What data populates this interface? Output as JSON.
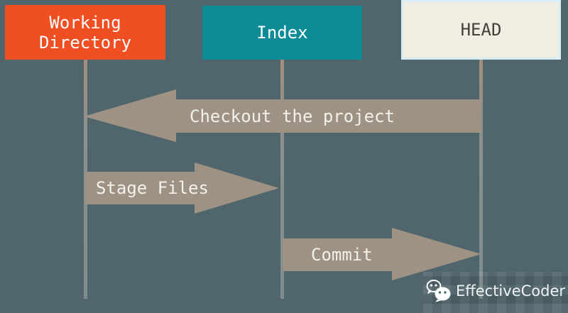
{
  "canvas": {
    "background_color": "#50666c"
  },
  "boxes": {
    "working_directory": {
      "line1": "Working",
      "line2": "Directory",
      "color": "#f04f24",
      "text_color": "#ffffff"
    },
    "index": {
      "label": "Index",
      "color": "#0d8c98",
      "text_color": "#ffffff"
    },
    "head": {
      "label": "HEAD",
      "color": "#f0ede3",
      "border_color": "#d9edf5",
      "text_color": "#46403a"
    }
  },
  "lifelines": {
    "color_top": "#a28f7c",
    "color_bottom": "#7e8d8f",
    "columns": [
      "Working Directory",
      "Index",
      "HEAD"
    ]
  },
  "arrows": {
    "color": "#9d9284",
    "label_color": "#f3f1ec",
    "checkout": {
      "label": "Checkout the project",
      "from": "HEAD",
      "to": "Working Directory",
      "direction": "left"
    },
    "stage": {
      "label": "Stage Files",
      "from": "Working Directory",
      "to": "Index",
      "direction": "right"
    },
    "commit": {
      "label": "Commit",
      "from": "Index",
      "to": "HEAD",
      "direction": "right"
    }
  },
  "watermark": {
    "text": "EffectiveCoder",
    "icon": "wechat-icon"
  }
}
